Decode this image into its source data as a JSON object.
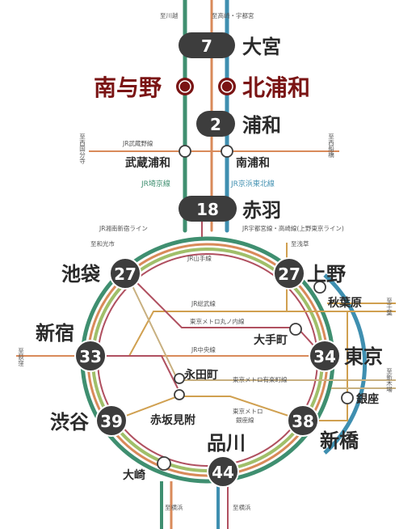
{
  "colors": {
    "saikyo_green": "#3f8f70",
    "keihin_blue": "#3f8fb0",
    "utsunomiya_orange": "#d98a5a",
    "yamanote_green": "#a0bf6a",
    "tokyo_metro_gold": "#d0a050",
    "marunouchi_red": "#b05060",
    "yurakucho_tan": "#c8b080",
    "bubble_dark": "#3d3d3d",
    "accent_red": "#7a1414"
  },
  "directions": {
    "kawagoe": "至川越",
    "takasaki_utsunomiya": "至高崎・宇都宮",
    "nishikokubunji": "至西国分寺",
    "nishifunabashi": "至西船橋",
    "wakoshi": "至和光市",
    "asakusa": "至浅草",
    "chiba": "至千葉",
    "ogikubo": "至荻窪",
    "shinkiba": "至新木場",
    "yokohama_left": "至横浜",
    "yokohama_right": "至横浜"
  },
  "lines": {
    "musashino": "JR武蔵野線",
    "saikyo": "JR埼京線",
    "keihin": "JR京浜東北線",
    "shonan": "JR湘南新宿ライン",
    "utsunomiya": "JR宇都宮線・高崎線(上野東京ライン)",
    "yamanote": "JR山手線",
    "sobu": "JR総武線",
    "marunouchi": "東京メトロ丸ノ内線",
    "chuo": "JR中央線",
    "yurakucho": "東京メトロ有楽町線",
    "ginza_line_1": "東京メトロ",
    "ginza_line_2": "銀座線"
  },
  "stations": {
    "omiya": {
      "name": "大宮",
      "minutes": "7"
    },
    "minamiyono": {
      "name": "南与野"
    },
    "kitaurawa": {
      "name": "北浦和"
    },
    "urawa": {
      "name": "浦和",
      "minutes": "2"
    },
    "musashiurawa": {
      "name": "武蔵浦和"
    },
    "minamiurawa": {
      "name": "南浦和"
    },
    "akabane": {
      "name": "赤羽",
      "minutes": "18"
    },
    "ikebukuro": {
      "name": "池袋",
      "minutes": "27"
    },
    "ueno": {
      "name": "上野",
      "minutes": "27"
    },
    "akihabara": {
      "name": "秋葉原"
    },
    "otemachi": {
      "name": "大手町"
    },
    "tokyo": {
      "name": "東京",
      "minutes": "34"
    },
    "shinjuku": {
      "name": "新宿",
      "minutes": "33"
    },
    "nagatacho": {
      "name": "永田町"
    },
    "ginza": {
      "name": "銀座"
    },
    "shibuya": {
      "name": "渋谷",
      "minutes": "39"
    },
    "akasakamitsuke": {
      "name": "赤坂見附"
    },
    "shimbashi": {
      "name": "新橋",
      "minutes": "38"
    },
    "shinagawa": {
      "name": "品川",
      "minutes": "44"
    },
    "osaki": {
      "name": "大崎"
    }
  }
}
